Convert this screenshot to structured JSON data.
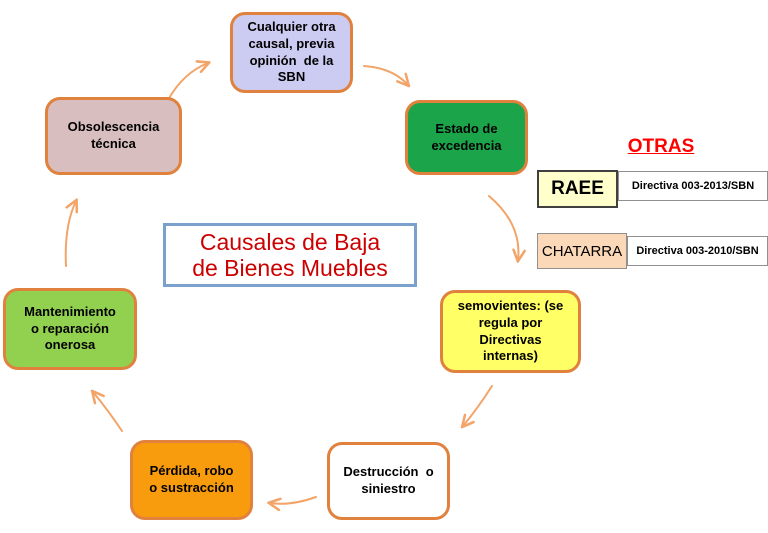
{
  "diagram": {
    "title": "Causales de Baja\nde Bienes Muebles",
    "nodes": [
      {
        "id": "cualquier-otra-causal",
        "label": "Cualquier otra\ncausal, previa\nopinión  de la\nSBN",
        "fill": "#CCCCF2"
      },
      {
        "id": "estado-de-excedencia",
        "label": "Estado de\nexcedencia",
        "fill": "#1CA44A"
      },
      {
        "id": "semovientes",
        "label": "semovientes: (se\nregula por\nDirectivas\ninternas)",
        "fill": "#FFFF66"
      },
      {
        "id": "destruccion-o-siniestro",
        "label": "Destrucción  o\nsiniestro",
        "fill": "#FFFFFF"
      },
      {
        "id": "perdida-robo-sustraccion",
        "label": "Pérdida, robo\no sustracción",
        "fill": "#F89C0E"
      },
      {
        "id": "mantenimiento-reparacion",
        "label": "Mantenimiento\no reparación\nonerosa",
        "fill": "#92D050"
      },
      {
        "id": "obsolescencia-tecnica",
        "label": "Obsolescencia\ntécnica",
        "fill": "#D8BEBE"
      }
    ],
    "otras": {
      "heading": "OTRAS",
      "rows": [
        {
          "label": "RAEE",
          "directive": "Directiva 003-2013/SBN",
          "fill": "#FFFFCC"
        },
        {
          "label": "CHATARRA",
          "directive": "Directiva 003-2010/SBN",
          "fill": "#FBD9B8"
        }
      ]
    },
    "colors": {
      "node_border": "#E0813D",
      "arrow": "#F2A469",
      "title_text": "#CC0000",
      "title_border": "#7BA0CC",
      "otras_heading": "#FF0000"
    }
  }
}
